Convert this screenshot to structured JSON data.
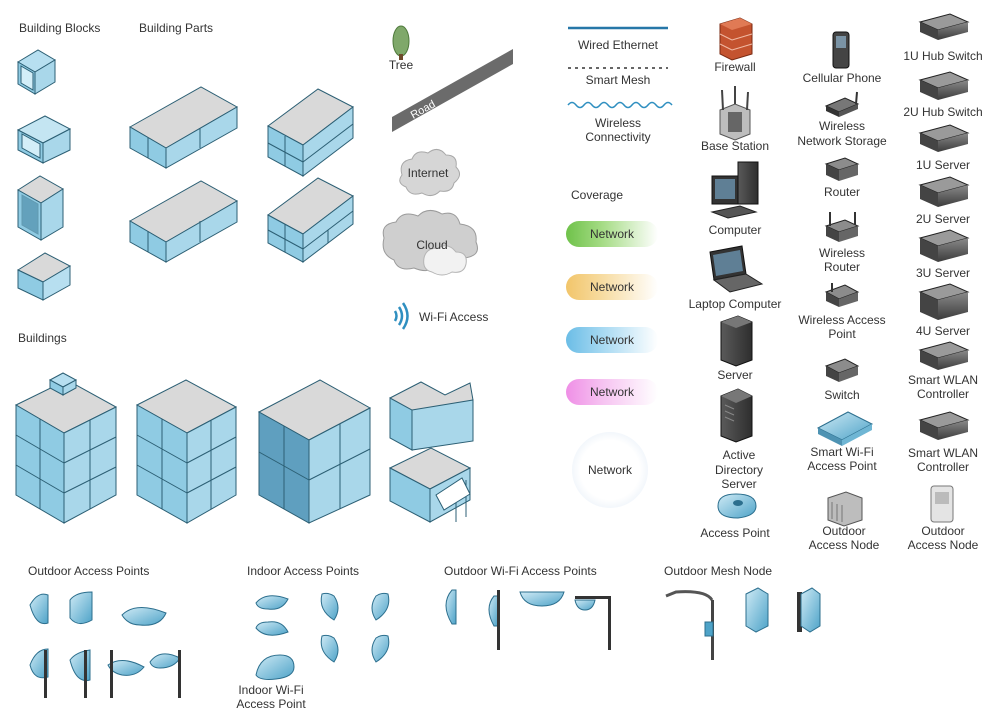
{
  "sections": {
    "building_blocks": "Building Blocks",
    "building_parts": "Building Parts",
    "buildings": "Buildings",
    "outdoor_access_points": "Outdoor Access Points",
    "indoor_access_points": "Indoor Access Points",
    "outdoor_wifi_access_points": "Outdoor Wi-Fi Access Points",
    "outdoor_mesh_node": "Outdoor Mesh Node",
    "coverage": "Coverage"
  },
  "environment": {
    "tree": "Tree",
    "road": "Road",
    "internet": "Internet",
    "cloud": "Cloud",
    "wifi_access": "Wi-Fi Access"
  },
  "connectors": {
    "wired_ethernet": "Wired Ethernet",
    "smart_mesh": "Smart Mesh",
    "wireless_line1": "Wireless",
    "wireless_line2": "Connectivity"
  },
  "coverage": {
    "green": "Network",
    "orange": "Network",
    "blue": "Network",
    "pink": "Network",
    "circle": "Network"
  },
  "devices_col1": {
    "firewall": "Firewall",
    "base_station": "Base Station",
    "computer": "Computer",
    "laptop": "Laptop Computer",
    "server": "Server",
    "ad_line1": "Active",
    "ad_line2": "Directory",
    "ad_line3": "Server",
    "access_point": "Access Point"
  },
  "devices_col2": {
    "cellular_phone": "Cellular Phone",
    "nas_line1": "Wireless",
    "nas_line2": "Network Storage",
    "router": "Router",
    "wrouter_line1": "Wireless",
    "wrouter_line2": "Router",
    "wap_line1": "Wireless Access",
    "wap_line2": "Point",
    "switch": "Switch",
    "swap_line1": "Smart Wi-Fi",
    "swap_line2": "Access Point",
    "oan_line1": "Outdoor",
    "oan_line2": "Access Node"
  },
  "devices_col3": {
    "hub1u": "1U Hub Switch",
    "hub2u": "2U Hub Switch",
    "server1u": "1U Server",
    "server2u": "2U Server",
    "server3u": "3U Server",
    "server4u": "4U Server",
    "wlan1_line1": "Smart WLAN",
    "wlan1_line2": "Controller",
    "wlan2_line1": "Smart WLAN",
    "wlan2_line2": "Controller",
    "oan_line1": "Outdoor",
    "oan_line2": "Access Node"
  },
  "indoor_wifi_line1": "Indoor Wi-Fi",
  "indoor_wifi_line2": "Access Point",
  "colors": {
    "glass": "#a9d7ea",
    "glass_dark": "#6fb6d4",
    "roof": "#d9d9d9",
    "edge": "#2c5f74",
    "device_dark": "#4a4a4a",
    "wired": "#2677a8",
    "coverage_green": "#6fc24a",
    "coverage_orange": "#f2c56a",
    "coverage_blue": "#6bbde6",
    "coverage_pink": "#ef8fe6"
  }
}
